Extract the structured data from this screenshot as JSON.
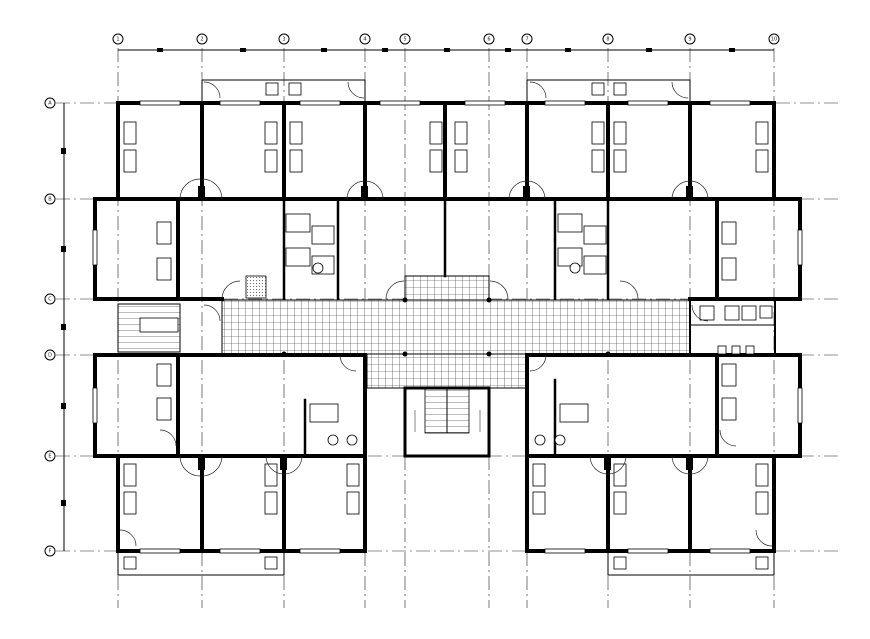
{
  "drawing": {
    "kind": "architectural floor plan",
    "colors": {
      "line": "#000000",
      "background": "#ffffff",
      "hatch": "#333333"
    }
  },
  "grid_axes": {
    "columns": [
      "1",
      "2",
      "3",
      "4",
      "5",
      "6",
      "7",
      "8",
      "9",
      "10"
    ],
    "rows": [
      "A",
      "B",
      "C",
      "D",
      "E",
      "F"
    ]
  }
}
